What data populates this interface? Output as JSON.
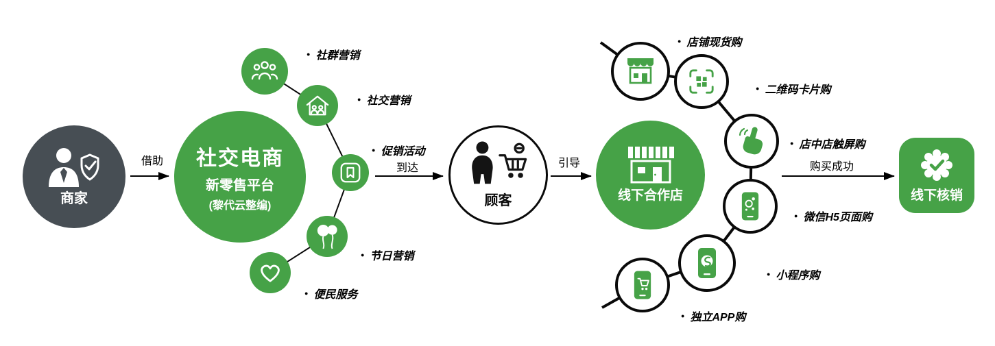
{
  "colors": {
    "green": "#46a247",
    "dark_gray": "#474e54",
    "black": "#0a0a0a",
    "white": "#ffffff"
  },
  "ui": {
    "bullet": "●"
  },
  "flow": {
    "assist": "借助",
    "arrive": "到达",
    "guide": "引导",
    "purchase_success": "购买成功"
  },
  "nodes": {
    "merchant": {
      "label": "商家"
    },
    "platform": {
      "title": "社交电商",
      "subtitle": "新零售平台",
      "note": "(黎代云整编)"
    },
    "customer": {
      "label": "顾客"
    },
    "store": {
      "label": "线下合作店"
    },
    "verification": {
      "label": "线下核销"
    }
  },
  "marketing_channels": [
    {
      "label": "社群营销",
      "icon": "community-group-icon"
    },
    {
      "label": "社交营销",
      "icon": "social-house-icon"
    },
    {
      "label": "促销活动",
      "icon": "promo-bookmark-icon"
    },
    {
      "label": "节日营销",
      "icon": "festival-balloons-icon"
    },
    {
      "label": "便民服务",
      "icon": "service-heart-icon"
    }
  ],
  "purchase_channels": [
    {
      "label": "店铺现货购",
      "icon": "shop-storefront-icon"
    },
    {
      "label": "二维码卡片购",
      "icon": "qr-scan-icon"
    },
    {
      "label": "店中店触屏购",
      "icon": "touch-hand-icon"
    },
    {
      "label": "微信H5页面购",
      "icon": "wechat-h5-phone-icon"
    },
    {
      "label": "小程序购",
      "icon": "miniprogram-phone-icon"
    },
    {
      "label": "独立APP购",
      "icon": "app-phone-icon"
    }
  ]
}
